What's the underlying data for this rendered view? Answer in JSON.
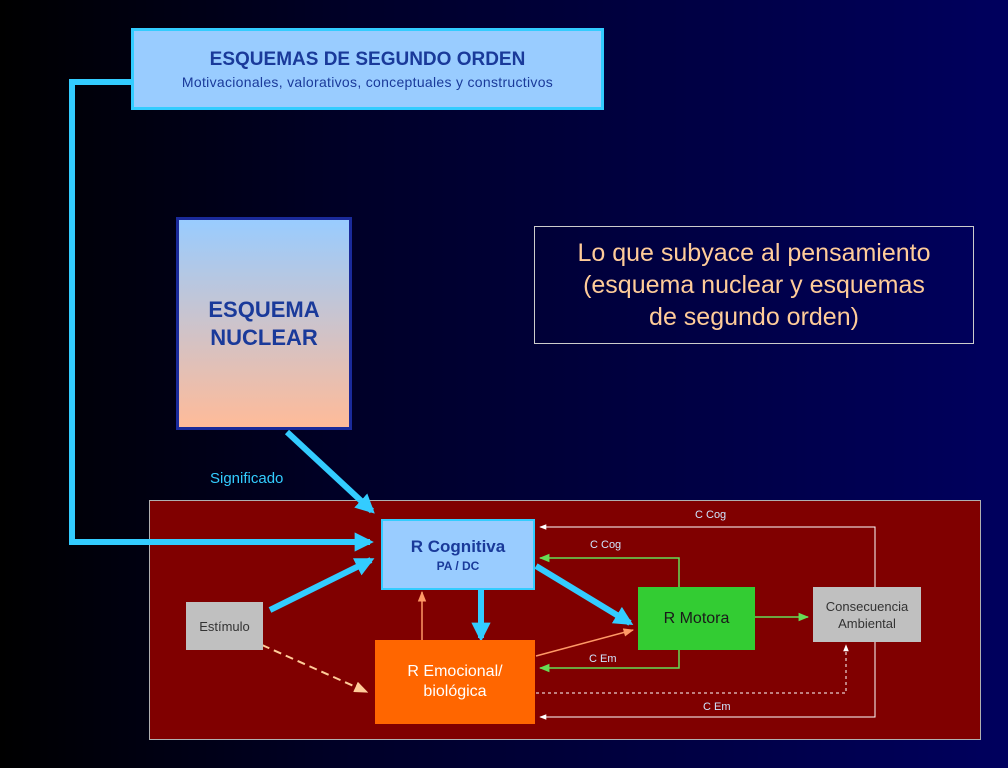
{
  "segundo_orden": {
    "title": "ESQUEMAS DE SEGUNDO ORDEN",
    "subtitle": "Motivacionales, valorativos, conceptuales y constructivos"
  },
  "esquema_nuclear": {
    "line1": "ESQUEMA",
    "line2": "NUCLEAR"
  },
  "subyace": {
    "line1": "Lo que subyace al pensamiento",
    "line2": "(esquema nuclear y esquemas",
    "line3": "de segundo orden)"
  },
  "significado": "Significado",
  "cognitiva": {
    "title": "R Cognitiva",
    "subtitle": "PA / DC"
  },
  "emocional": {
    "line1": "R Emocional/",
    "line2": "biológica"
  },
  "motora": "R Motora",
  "estimulo": "Estímulo",
  "consecuencia": {
    "line1": "Consecuencia",
    "line2": "Ambiental"
  },
  "labels": {
    "c_cog_outer": "C Cog",
    "c_cog_inner": "C Cog",
    "c_em_inner": "C Em",
    "c_em_outer": "C Em"
  },
  "colors": {
    "thick_arrow": "#33ccff",
    "thin_line": "#ffffff",
    "green_line": "#66dd55",
    "orange_line": "#ff9966",
    "dashed_line": "#ffcc99"
  }
}
